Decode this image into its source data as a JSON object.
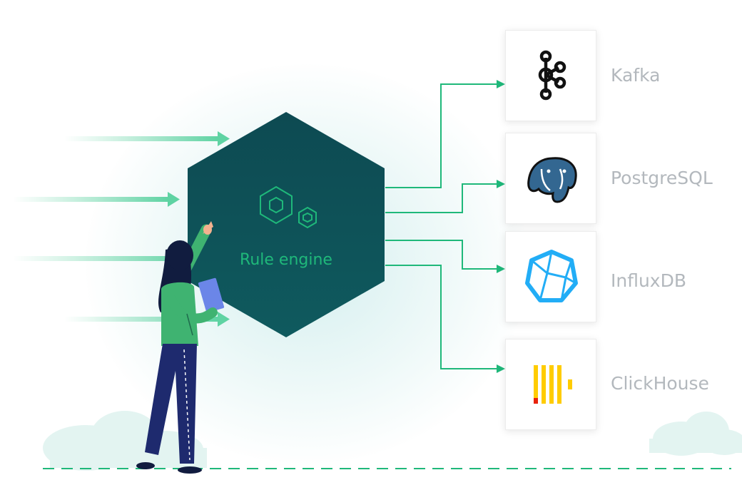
{
  "engine": {
    "label": "Rule engine",
    "icon": "hexagon-nodes-icon",
    "color": "#0f4f57"
  },
  "targets": [
    {
      "label": "Kafka",
      "icon": "kafka-icon"
    },
    {
      "label": "PostgreSQL",
      "icon": "postgresql-elephant-icon"
    },
    {
      "label": "InfluxDB",
      "icon": "influxdb-icon"
    },
    {
      "label": "ClickHouse",
      "icon": "clickhouse-icon"
    }
  ],
  "colors": {
    "connector": "#1fb87a",
    "input_arrow": "#7fdbb4",
    "label_text": "#b3b8bd",
    "accent": "#1fb87a"
  },
  "illustration": {
    "figure": "person-pointing-illustration",
    "clouds": "cloud-decoration",
    "ground": "dashed-ground-line"
  }
}
